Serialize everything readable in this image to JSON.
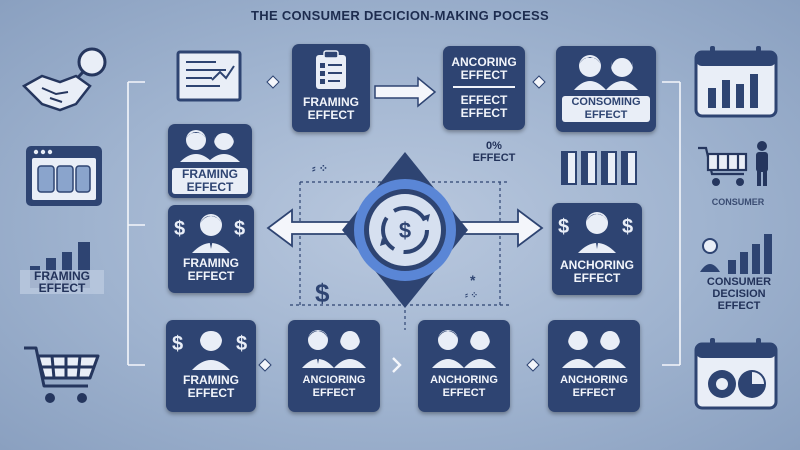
{
  "title": "THE CONSUMER DECICION-MAKING POCESS",
  "top_row": {
    "framing": "FRAMING\nEFFECT",
    "anchoring_top": "ANCORING\nEFFECT",
    "anchoring_bottom": "EFFECT\nEFFECT",
    "consuming": "CONSOMING\nEFFECT"
  },
  "middle": {
    "left_upper": "FRAMING\nEFFECT",
    "left_lower": "FRAMING\nEFFECT",
    "percent_label": "0%\nEFFECT",
    "right_lower": "ANCHORING\nEFFECT"
  },
  "bottom_row": [
    "FRAMING\nEFFECT",
    "ANCIORING\nEFFECT",
    "ANCHORING\nEFFECT",
    "ANCHORING\nEFFECT"
  ],
  "left_column": {
    "framing_label": "FRAMING\nEFFECT"
  },
  "right_column": {
    "consumer_label": "CONSUMER",
    "decision_label": "CONSUMER\nDECISION\nEFFECT"
  },
  "colors": {
    "card": "#2e4472",
    "accent_blue": "#3f6fc9",
    "dark": "#1f2f52",
    "background": "#a8bad4"
  }
}
